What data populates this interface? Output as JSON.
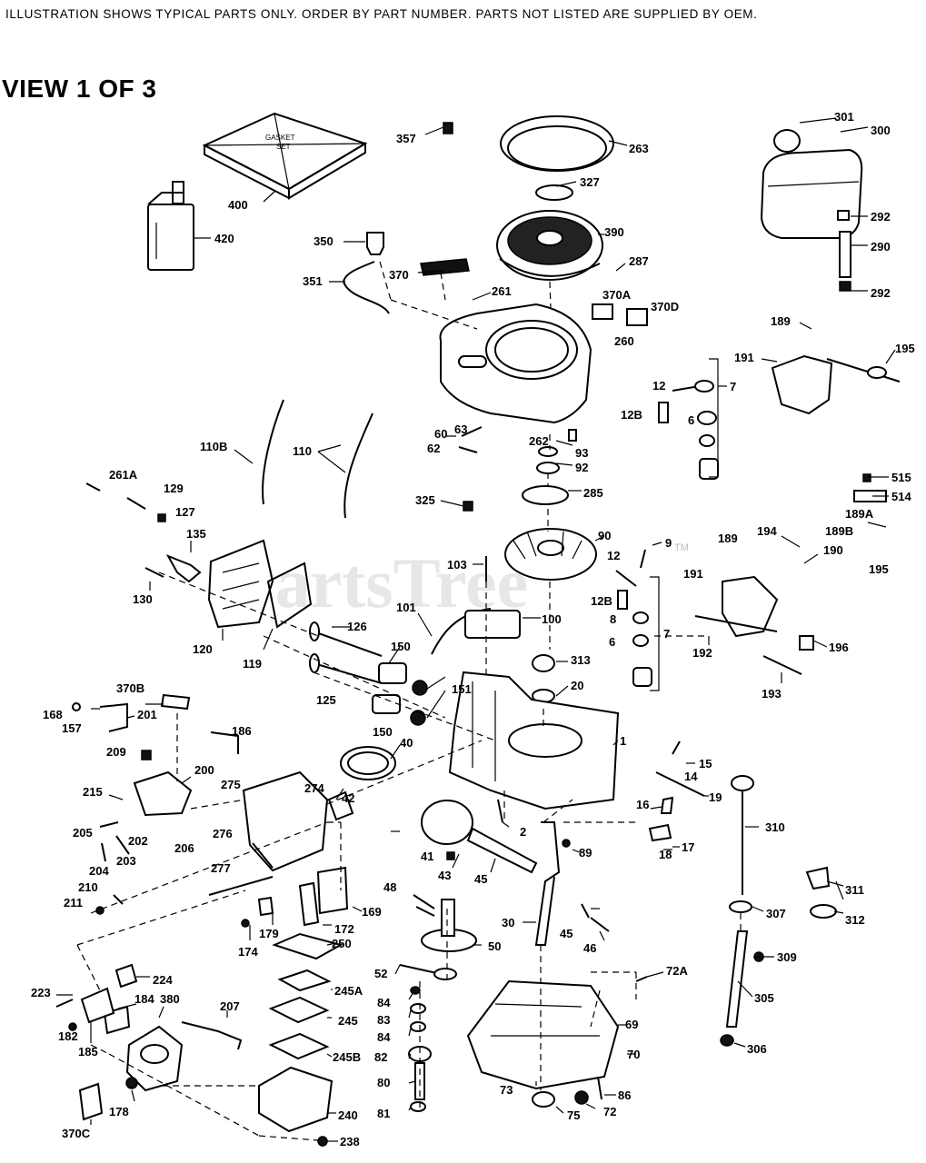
{
  "header": {
    "notice": "ILLUSTRATION SHOWS TYPICAL PARTS ONLY. ORDER BY PART NUMBER. PARTS NOT LISTED ARE SUPPLIED BY OEM.",
    "view_title": "VIEW 1 OF 3"
  },
  "watermark": {
    "text": "PartsTree",
    "tm": "TM"
  },
  "gasket_box_text": [
    "GASKET",
    "SET"
  ],
  "part_labels": [
    "357",
    "263",
    "301",
    "300",
    "327",
    "400",
    "390",
    "292",
    "420",
    "350",
    "287",
    "290",
    "370",
    "351",
    "261",
    "370A",
    "370D",
    "292",
    "260",
    "189",
    "191",
    "195",
    "12",
    "12B",
    "6",
    "7",
    "110B",
    "110",
    "262",
    "60",
    "63",
    "62",
    "93",
    "92",
    "285",
    "261A",
    "129",
    "127",
    "135",
    "325",
    "515",
    "514",
    "189A",
    "90",
    "189",
    "194",
    "189B",
    "103",
    "9",
    "12",
    "190",
    "191",
    "195",
    "130",
    "12B",
    "8",
    "101",
    "100",
    "6",
    "7",
    "120",
    "126",
    "119",
    "150",
    "313",
    "20",
    "192",
    "196",
    "193",
    "370B",
    "168",
    "157",
    "201",
    "125",
    "151",
    "150",
    "186",
    "209",
    "40",
    "15",
    "200",
    "14",
    "275",
    "274",
    "42",
    "16",
    "19",
    "215",
    "1",
    "310",
    "205",
    "202",
    "206",
    "2",
    "276",
    "89",
    "18",
    "17",
    "204",
    "203",
    "41",
    "43",
    "277",
    "48",
    "45",
    "311",
    "210",
    "211",
    "169",
    "312",
    "179",
    "172",
    "307",
    "174",
    "30",
    "45",
    "46",
    "250",
    "50",
    "224",
    "52",
    "309",
    "223",
    "245A",
    "84",
    "72A",
    "184",
    "380",
    "182",
    "207",
    "245",
    "83",
    "69",
    "305",
    "185",
    "84",
    "82",
    "70",
    "306",
    "245B",
    "80",
    "73",
    "86",
    "178",
    "240",
    "81",
    "75",
    "72",
    "370C",
    "238"
  ]
}
